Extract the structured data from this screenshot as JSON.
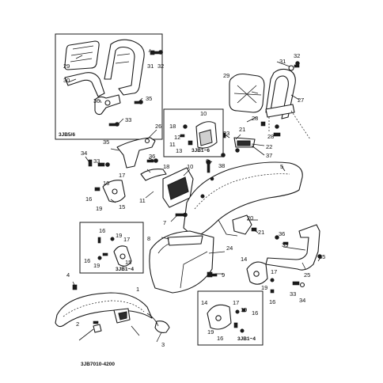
{
  "drawing_number": "3JB7010-4200",
  "group_codes": {
    "top_left": "3JB5/6",
    "small_box": "3JB1~6",
    "mid_left": "3JB1~4",
    "bottom_right": "3JB1~4"
  },
  "callouts": {
    "c1": "1",
    "c2": "2",
    "c3": "3",
    "c4": "4",
    "c5": "5",
    "c6": "6",
    "c7": "7",
    "c8": "8",
    "c9": "9",
    "c10": "10",
    "c11": "11",
    "c12": "12",
    "c13": "13",
    "c14": "14",
    "c15": "15",
    "c16": "16",
    "c17": "17",
    "c18": "18",
    "c19": "19",
    "c20": "20",
    "c21": "21",
    "c22": "22",
    "c23": "23",
    "c24": "24",
    "c25": "25",
    "c26": "26",
    "c27": "27",
    "c28": "28",
    "c29": "29",
    "c30": "30",
    "c31": "31",
    "c32": "32",
    "c33": "33",
    "c34": "34",
    "c35": "35",
    "c36": "36",
    "c37": "37",
    "c38": "38"
  }
}
